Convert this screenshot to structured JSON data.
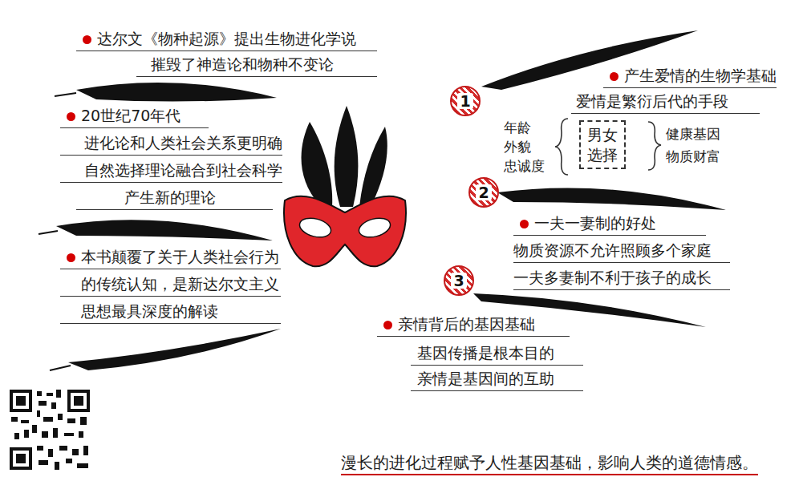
{
  "diagram": {
    "caption": "漫长的进化过程赋予人性基因基础，影响人类的道德情感。",
    "nodes": [
      {
        "text": [
          "1"
        ]
      },
      {
        "text": [
          "男女选择"
        ]
      },
      {
        "text": [
          "2"
        ]
      },
      {
        "text": [
          "3"
        ]
      }
    ],
    "labels": [
      "达尔文《物种起源》提出生物进化学说",
      "摧毁了神造论和物种不变论",
      "20世纪70年代",
      "进化论和人类社会关系更明确",
      "自然选择理论融合到社会科学",
      "产生新的理论",
      "本书颠覆了关于人类社会行为",
      "的传统认知，是新达尔文主义",
      "思想最具深度的解读",
      "产生爱情的生物学基础",
      "爱情是繁衍后代的手段",
      "年龄",
      "外貌",
      "忠诚度",
      "健康基因",
      "物质财富",
      "一夫一妻制的好处",
      "物质资源不允许照顾多个家庭",
      "一夫多妻制不利于孩子的成长",
      "亲情背后的基因基础",
      "基因传播是根本目的",
      "亲情是基因间的互助"
    ]
  }
}
